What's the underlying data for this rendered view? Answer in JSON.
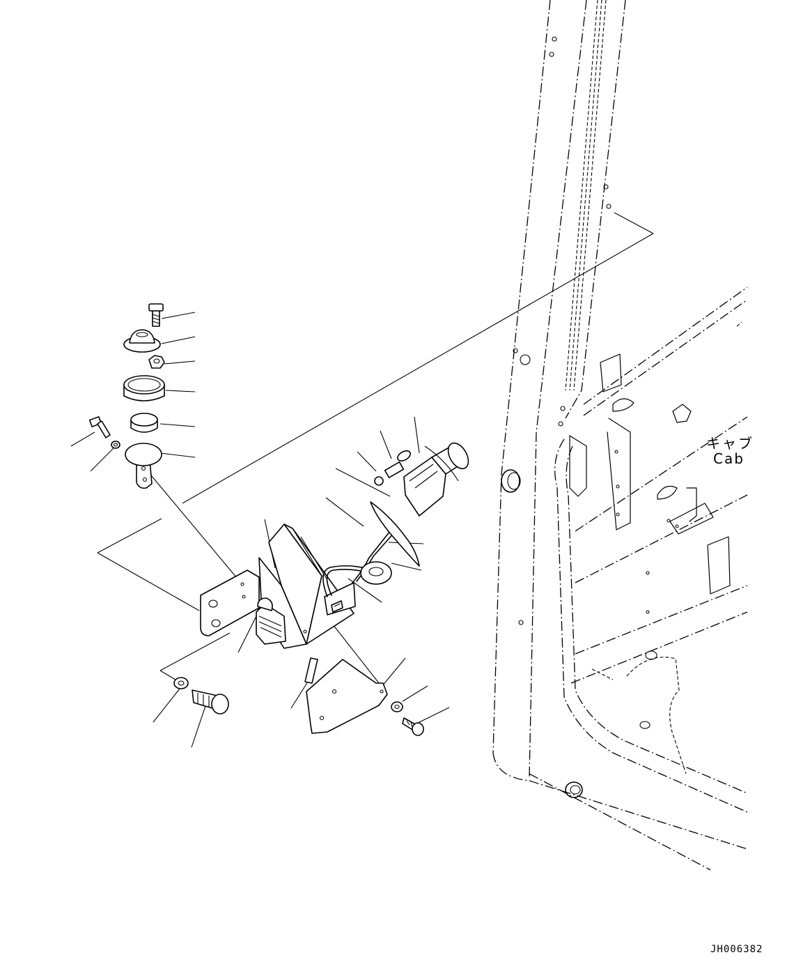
{
  "labels": {
    "cab_jp": "キャブ",
    "cab_en": "Cab"
  },
  "drawing_number": "JH006382"
}
